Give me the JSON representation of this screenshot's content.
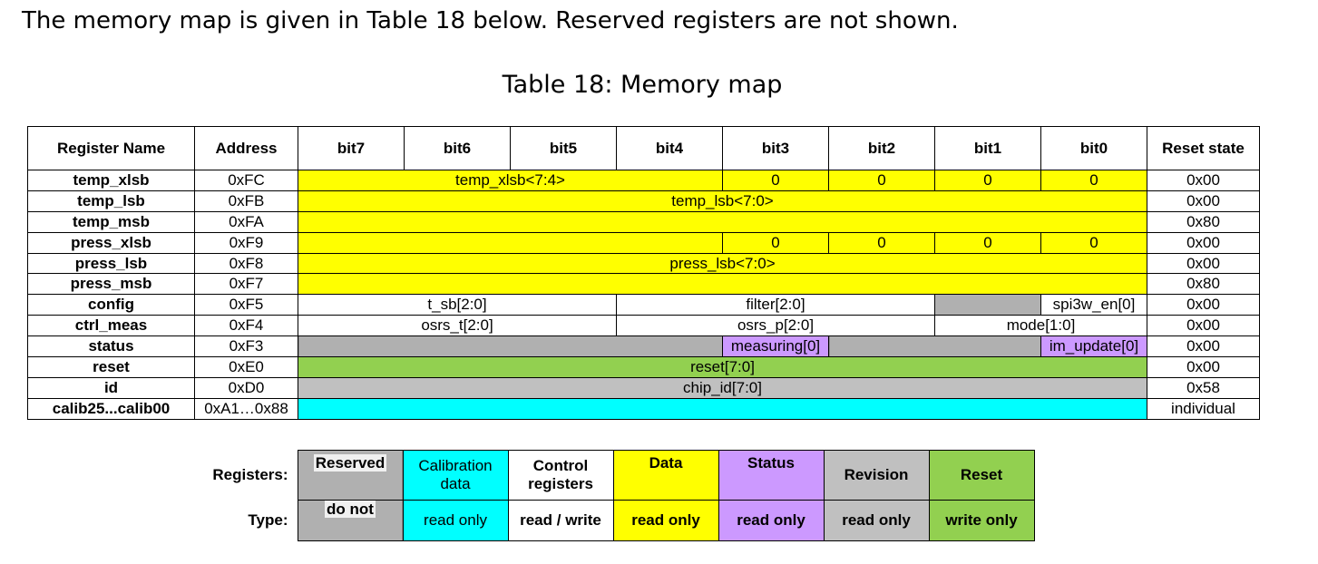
{
  "intro": "The memory map is given in Table 18 below. Reserved registers are not shown.",
  "caption": "Table 18: Memory map",
  "colors": {
    "data": "#ffff00",
    "status": "#cc99ff",
    "reset": "#92d050",
    "revision": "#c0c0c0",
    "calibration": "#00ffff",
    "control": "#ffffff",
    "reserved": "hatched-grey"
  },
  "header": {
    "register_name": "Register Name",
    "address": "Address",
    "bit7": "bit7",
    "bit6": "bit6",
    "bit5": "bit5",
    "bit4": "bit4",
    "bit3": "bit3",
    "bit2": "bit2",
    "bit1": "bit1",
    "bit0": "bit0",
    "reset_state": "Reset state"
  },
  "rows": [
    {
      "name": "temp_xlsb",
      "address": "0xFC",
      "field_hi": "temp_xlsb<7:4>",
      "b3": "0",
      "b2": "0",
      "b1": "0",
      "b0": "0",
      "reset": "0x00"
    },
    {
      "name": "temp_lsb",
      "address": "0xFB",
      "field": "temp_lsb<7:0>",
      "reset": "0x00"
    },
    {
      "name": "temp_msb",
      "address": "0xFA",
      "field": "",
      "reset": "0x80"
    },
    {
      "name": "press_xlsb",
      "address": "0xF9",
      "field_hi": "",
      "b3": "0",
      "b2": "0",
      "b1": "0",
      "b0": "0",
      "reset": "0x00"
    },
    {
      "name": "press_lsb",
      "address": "0xF8",
      "field": "press_lsb<7:0>",
      "reset": "0x00"
    },
    {
      "name": "press_msb",
      "address": "0xF7",
      "field": "",
      "reset": "0x80"
    },
    {
      "name": "config",
      "address": "0xF5",
      "t_sb": "t_sb[2:0]",
      "filter": "filter[2:0]",
      "spi3w_en": "spi3w_en[0]",
      "reset": "0x00"
    },
    {
      "name": "ctrl_meas",
      "address": "0xF4",
      "osrs_t": "osrs_t[2:0]",
      "osrs_p": "osrs_p[2:0]",
      "mode": "mode[1:0]",
      "reset": "0x00"
    },
    {
      "name": "status",
      "address": "0xF3",
      "measuring": "measuring[0]",
      "im_update": "im_update[0]",
      "reset": "0x00"
    },
    {
      "name": "reset",
      "address": "0xE0",
      "field": "reset[7:0]",
      "reset": "0x00"
    },
    {
      "name": "id",
      "address": "0xD0",
      "field": "chip_id[7:0]",
      "reset": "0x58"
    },
    {
      "name": "calib25...calib00",
      "address": "0xA1…0x88",
      "field": "",
      "reset": "individual"
    }
  ],
  "legend": {
    "registers_label": "Registers:",
    "type_label": "Type:",
    "items": [
      {
        "register": "Reserved",
        "type": "do not",
        "color": "hatched-grey"
      },
      {
        "register": "Calibration data",
        "type": "read only",
        "color": "#00ffff"
      },
      {
        "register": "Control registers",
        "type": "read / write",
        "color": "#ffffff"
      },
      {
        "register": "Data",
        "type": "read only",
        "color": "#ffff00"
      },
      {
        "register": "Status",
        "type": "read only",
        "color": "#cc99ff"
      },
      {
        "register": "Revision",
        "type": "read only",
        "color": "#c0c0c0"
      },
      {
        "register": "Reset",
        "type": "write only",
        "color": "#92d050"
      }
    ]
  }
}
